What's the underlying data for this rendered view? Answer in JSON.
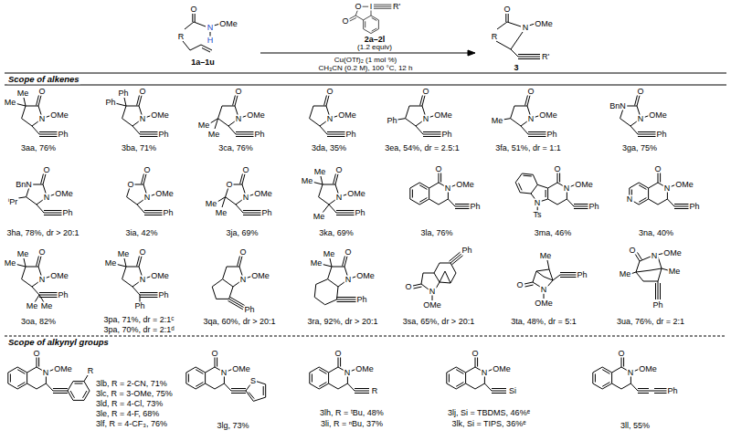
{
  "diagram": {
    "labels": [
      "O",
      "N",
      "OMe",
      "H",
      "R",
      "1a–1u",
      "O",
      "I",
      "R'",
      "O",
      "2a–2l",
      "(1.2 equiv)",
      "Cu(OTf)₂ (1 mol %)",
      "CH₃CN (0.2 M), 100 °C, 12 h",
      "O",
      "N",
      "OMe",
      "R",
      "R'",
      "3",
      "Scope of alkenes",
      "Me",
      "Me",
      "O",
      "N",
      "OMe",
      "Ph",
      "3aa, 76%",
      "Ph",
      "Ph",
      "O",
      "N",
      "OMe",
      "Ph",
      "3ba, 71%",
      "Me",
      "Me",
      "O",
      "N",
      "OMe",
      "Ph",
      "3ca, 76%",
      "O",
      "N",
      "OMe",
      "Ph",
      "3da, 35%",
      "Ph",
      "O",
      "N",
      "OMe",
      "Ph",
      "3ea, 54%, dr = 2.5:1",
      "Me",
      "O",
      "N",
      "OMe",
      "Ph",
      "3fa, 51%, dr = 1:1",
      "BnN",
      "O",
      "N",
      "OMe",
      "Ph",
      "3ga, 75%",
      "BnN",
      "ⁱPr",
      "O",
      "N",
      "OMe",
      "Ph",
      "3ha, 78%, dr > 20:1",
      "O",
      "O",
      "N",
      "OMe",
      "Ph",
      "3ia, 42%",
      "O",
      "Me",
      "Me",
      "O",
      "N",
      "OMe",
      "Ph",
      "3ja, 69%",
      "Me",
      "Me",
      "O",
      "N",
      "OMe",
      "Ph",
      "Me",
      "3ka, 69%",
      "O",
      "N",
      "OMe",
      "Ph",
      "3la, 76%",
      "O",
      "N",
      "OMe",
      "Ph",
      "N",
      "Ts",
      "3ma, 46%",
      "O",
      "N",
      "OMe",
      "Ph",
      "N",
      "3na, 40%",
      "Me",
      "Me",
      "O",
      "N",
      "OMe",
      "Ph",
      "Me",
      "Me",
      "3oa, 82%",
      "Me",
      "Me",
      "O",
      "N",
      "OMe",
      "Ph",
      "Ph",
      "3pa, 71%, dr = 2:1ᶜ",
      "3pa, 70%, dr = 2:1ᵈ",
      "O",
      "N",
      "OMe",
      "Ph",
      "3qa, 60%, dr > 20:1",
      "Me",
      "Me",
      "O",
      "N",
      "OMe",
      "Ph",
      "3ra, 92%, dr > 20:1",
      "O",
      "N",
      "OMe",
      "Ph",
      "3sa, 65%, dr > 20:1",
      "Me",
      "O",
      "N",
      "OMe",
      "Ph",
      "3ta, 48%, dr = 5:1",
      "O",
      "N",
      "OMe",
      "Me",
      "Me",
      "Ph",
      "3ua, 76%, dr = 2:1",
      "Scope of alkynyl groups",
      "O",
      "N",
      "OMe",
      "R",
      "3lb, R = 2-CN, 71%",
      "3lc, R = 3-OMe, 75%",
      "3ld, R = 4-Cl, 73%",
      "3le, R = 4-F, 68%",
      "3lf, R = 4-CF₃, 76%",
      "O",
      "N",
      "OMe",
      "S",
      "3lg, 73%",
      "O",
      "N",
      "OMe",
      "R",
      "3lh, R = ᵗBu, 48%",
      "3li, R = ⁿBu, 37%",
      "O",
      "N",
      "OMe",
      "Si",
      "3lj, Si = TBDMS, 46%ᵉ",
      "3lk, Si = TIPS, 36%ᵉ",
      "O",
      "N",
      "OMe",
      "Ph",
      "3ll, 55%"
    ]
  }
}
